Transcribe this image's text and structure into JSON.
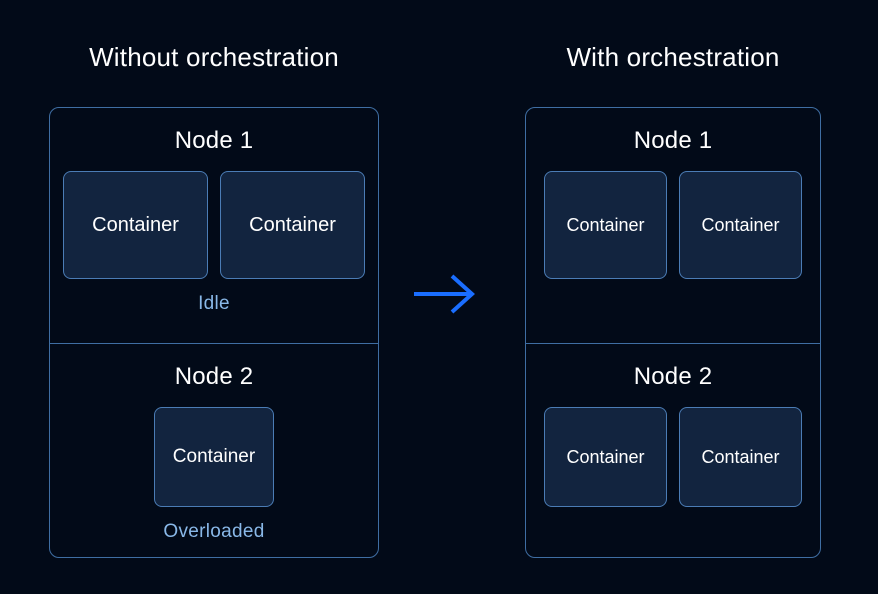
{
  "theme": {
    "background": "#020a18",
    "panel_border": "#3f6ea3",
    "container_fill": "#12243f",
    "container_border": "#4b7cb5",
    "text_primary": "#ffffff",
    "status_text": "#89b8e8",
    "arrow_color": "#1a6eff"
  },
  "columns": [
    {
      "key": "without",
      "title": "Without orchestration",
      "nodes": [
        {
          "title": "Node 1",
          "containers": [
            {
              "label": "Container"
            },
            {
              "label": "Container"
            }
          ],
          "status": "Idle"
        },
        {
          "title": "Node 2",
          "containers": [
            {
              "label": "Container"
            }
          ],
          "status": "Overloaded"
        }
      ]
    },
    {
      "key": "with",
      "title": "With orchestration",
      "nodes": [
        {
          "title": "Node 1",
          "containers": [
            {
              "label": "Container"
            },
            {
              "label": "Container"
            }
          ],
          "status": ""
        },
        {
          "title": "Node 2",
          "containers": [
            {
              "label": "Container"
            },
            {
              "label": "Container"
            }
          ],
          "status": ""
        }
      ]
    }
  ],
  "arrow": {
    "icon": "arrow-right-icon",
    "direction": "right"
  }
}
